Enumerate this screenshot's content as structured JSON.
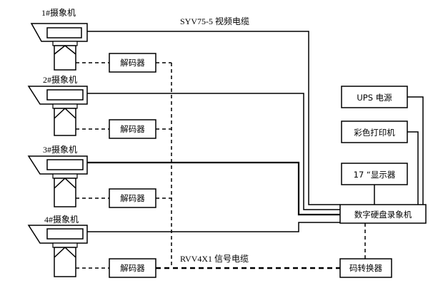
{
  "cameras": [
    {
      "label": "1#摄象机",
      "decoder": "解码器"
    },
    {
      "label": "2#摄象机",
      "decoder": "解码器"
    },
    {
      "label": "3#摄象机",
      "decoder": "解码器"
    },
    {
      "label": "4#摄象机",
      "decoder": "解码器"
    }
  ],
  "cables": {
    "video": "SYV75-5 视频电缆",
    "signal": "RVV4X1 信号电缆"
  },
  "devices": {
    "ups": "UPS 电源",
    "printer": "彩色打印机",
    "monitor": "17 “显示器",
    "dvr": "数字硬盘录象机",
    "converter": "码转换器"
  }
}
